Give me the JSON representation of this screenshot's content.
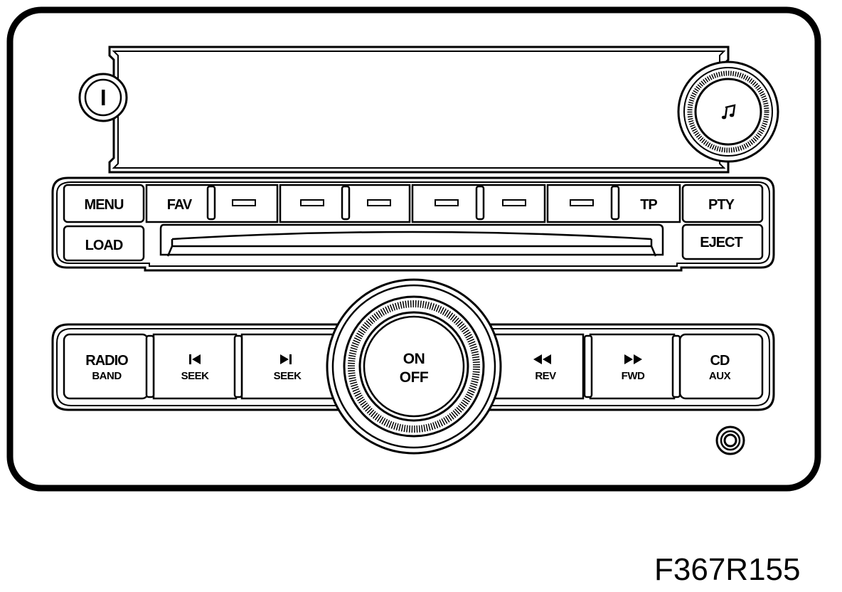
{
  "figure_id": "F367R155",
  "top_row": {
    "menu": "MENU",
    "fav": "FAV",
    "tp": "TP",
    "pty": "PTY"
  },
  "second_row": {
    "load": "LOAD",
    "eject": "EJECT"
  },
  "bottom_row": {
    "radio": "RADIO",
    "band": "BAND",
    "seek": "SEEK",
    "on": "ON",
    "off": "OFF",
    "rev": "REV",
    "fwd": "FWD",
    "cd": "CD",
    "aux": "AUX"
  },
  "icons": {
    "power_knob": "I",
    "tune_knob": "music-note-icon"
  }
}
